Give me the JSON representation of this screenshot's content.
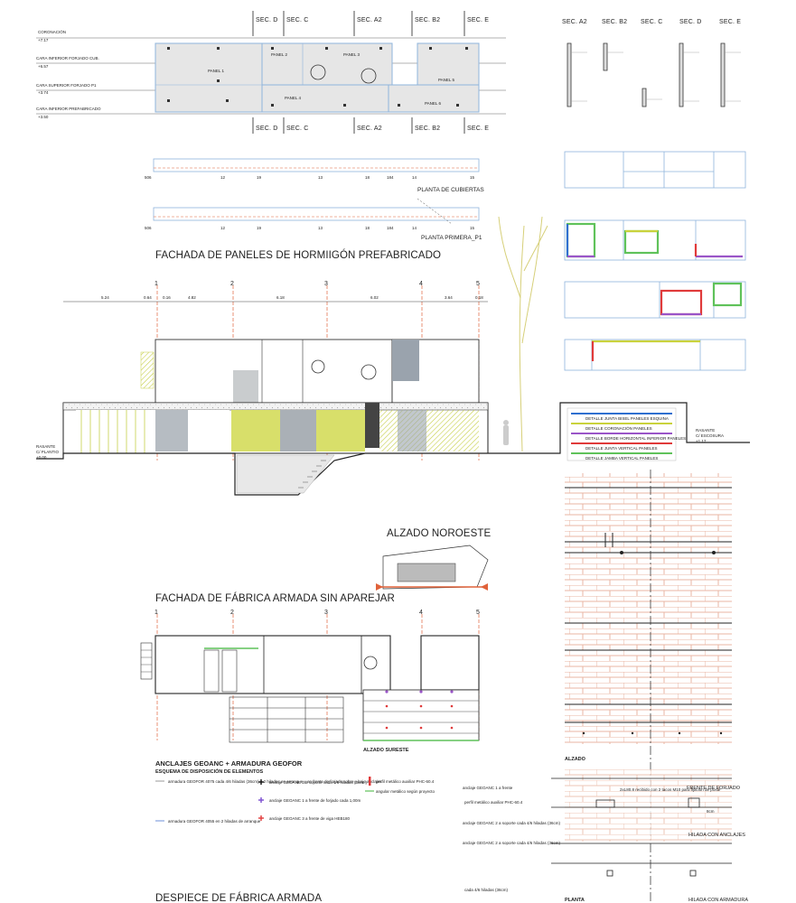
{
  "titles": {
    "fachada_paneles": "FACHADA DE PANELES DE HORMIIGÓN PREFABRICADO",
    "alzado_noroeste": "ALZADO NOROESTE",
    "fachada_fabrica": "FACHADA DE FÁBRICA ARMADA SIN APAREJAR",
    "despiece": "DESPIECE DE FÁBRICA ARMADA",
    "anclajes": "ANCLAJES GEOANC + ARMADURA GEOFOR",
    "esquema": "ESQUEMA DE DISPOSICIÓN DE ELEMENTOS",
    "planta_cubiertas": "PLANTA DE CUBIERTAS",
    "planta_primera": "PLANTA PRIMERA_P1",
    "alzado_sureste": "ALZADO SURESTE",
    "alzado_detalle": "ALZADO",
    "planta_detalle": "PLANTA",
    "frente_forjado": "FRENTE DE FORJADO",
    "hilada_anclajes": "HILADA CON ANCLAJES",
    "hilada_armadura": "HILADA CON ARMADURA"
  },
  "sections_top": [
    "SEC. D",
    "SEC. C",
    "SEC. A2",
    "SEC. B2",
    "SEC. E"
  ],
  "sections_right": [
    "SEC. A2",
    "SEC. B2",
    "SEC. C",
    "SEC. D",
    "SEC. E"
  ],
  "level_labels": [
    {
      "name": "CORONACIÓN",
      "value": "+7.17"
    },
    {
      "name": "CARA INFERIOR FORJADO CUB.",
      "value": "+6.57"
    },
    {
      "name": "CARA SUPERIOR FORJADO P1",
      "value": "+3.74"
    },
    {
      "name": "CARA INFERIOR PREFABRICADO",
      "value": "+3.50"
    }
  ],
  "panel_labels": [
    "PANEL 1",
    "PANEL 2",
    "PANEL 3",
    "PANEL 4",
    "PANEL 5",
    "PANEL 6"
  ],
  "plan_numbers_a": [
    "506",
    "12",
    "19",
    "13",
    "18",
    "184",
    "14",
    "15"
  ],
  "plan_numbers_b": [
    "506",
    "12",
    "19",
    "13",
    "18",
    "184",
    "14",
    "15"
  ],
  "axis_labels": [
    "1",
    "2",
    "3",
    "4",
    "5"
  ],
  "dimensions_top": [
    "5.24",
    "0.64",
    "0.16",
    "4.82",
    "6.18",
    "6.02",
    "3.64",
    "0.18"
  ],
  "rasante_left": [
    "RASANTE",
    "C/ PLANTIO",
    "+0.00"
  ],
  "rasante_right": [
    "RASANTE",
    "C/ ESCOSURA",
    "+1.17"
  ],
  "legend_joints": [
    {
      "label": "DETALLE JUNTA BISEL PANELES ESQUINA",
      "color": "#2f6fd0"
    },
    {
      "label": "DETALLE CORONACIÓN PANELES",
      "color": "#c9d23c"
    },
    {
      "label": "DETALLE BORDE HORIZONTAL INFERIOR PANELES",
      "color": "#9a55c8"
    },
    {
      "label": "DETALLE JUNTA VERTICAL PANELES",
      "color": "#e03a3a"
    },
    {
      "label": "DETALLE JAMBA VERTICAL PANELES",
      "color": "#5fc25a"
    }
  ],
  "legend_items": [
    {
      "text": "armadura GEOFOR 4075 cada 4/6 hiladas (36cm) + 2 hiladas en arranque y en frente de forjado sobre y bajo anclajes",
      "mark": "line-gray"
    },
    {
      "text": "armadura GEOFOR 4055 en 2 hiladas de arranque",
      "mark": "line-blue"
    },
    {
      "text": "anclaje GEOANC 2 a soporte cada 4/6 hiladas (36cm)",
      "mark": "cross-black"
    },
    {
      "text": "anclaje GEOANC 1 a frente de forjado cada 1,00m",
      "mark": "cross-purple"
    },
    {
      "text": "anclaje GEOANC 3 a frente de viga HEB180",
      "mark": "cross-red"
    },
    {
      "text": "perfil metálico auxiliar PHC-60.4",
      "mark": "bar-red"
    },
    {
      "text": "angular metálico según proyecto",
      "mark": "line-green"
    }
  ],
  "detail_notes": [
    "anclaje GEOANC 1 a frente",
    "2xL80.8 recibido con 2 tacos M10 para fijación de poste",
    "perfil metálico auxiliar PHC-60.4",
    "anclaje GEOANC 2 a soporte cada 4/6 hiladas (36cm)",
    "anclaje GEOANC 2 a soporte cada 4/6 hiladas (36cm)",
    "cada 4/6 hiladas (36cm)",
    "8cm"
  ],
  "colors": {
    "panel_blue": "#8fb4dc",
    "axis_red": "#e0623a",
    "yellow": "#d8df6a",
    "brick": "#e9b6a3",
    "gray_fill": "#d9d9d9",
    "tree": "#d6cf78"
  }
}
